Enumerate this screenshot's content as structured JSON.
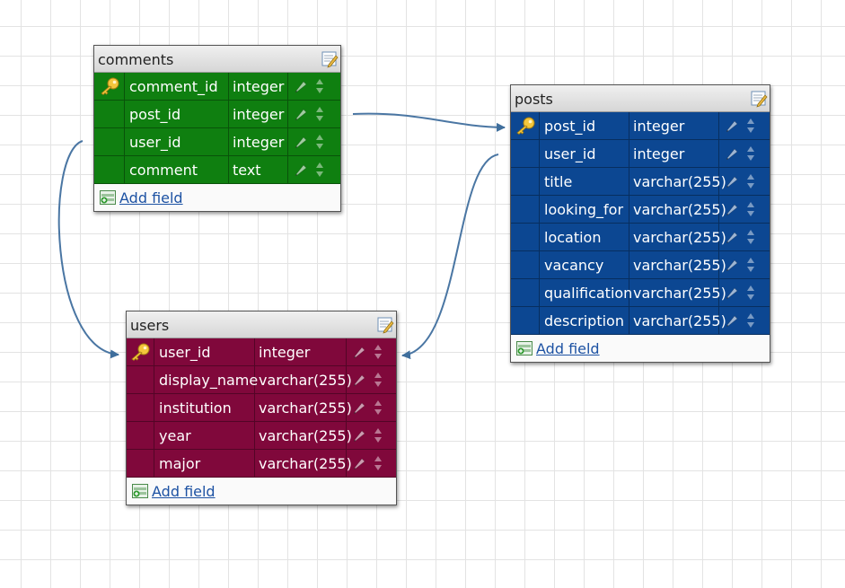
{
  "tables": {
    "comments": {
      "title": "comments",
      "fields": [
        {
          "name": "comment_id",
          "type": "integer",
          "primary": true
        },
        {
          "name": "post_id",
          "type": "integer",
          "primary": false
        },
        {
          "name": "user_id",
          "type": "integer",
          "primary": false
        },
        {
          "name": "comment",
          "type": "text",
          "primary": false
        }
      ],
      "add_field_label": "Add field",
      "color": "#0f7f10"
    },
    "posts": {
      "title": "posts",
      "fields": [
        {
          "name": "post_id",
          "type": "integer",
          "primary": true
        },
        {
          "name": "user_id",
          "type": "integer",
          "primary": false
        },
        {
          "name": "title",
          "type": "varchar(255)",
          "primary": false
        },
        {
          "name": "looking_for",
          "type": "varchar(255)",
          "primary": false
        },
        {
          "name": "location",
          "type": "varchar(255)",
          "primary": false
        },
        {
          "name": "vacancy",
          "type": "varchar(255)",
          "primary": false
        },
        {
          "name": "qualification",
          "type": "varchar(255)",
          "primary": false
        },
        {
          "name": "description",
          "type": "varchar(255)",
          "primary": false
        }
      ],
      "add_field_label": "Add field",
      "color": "#0c4792"
    },
    "users": {
      "title": "users",
      "fields": [
        {
          "name": "user_id",
          "type": "integer",
          "primary": true
        },
        {
          "name": "display_name",
          "type": "varchar(255)",
          "primary": false
        },
        {
          "name": "institution",
          "type": "varchar(255)",
          "primary": false
        },
        {
          "name": "year",
          "type": "varchar(255)",
          "primary": false
        },
        {
          "name": "major",
          "type": "varchar(255)",
          "primary": false
        }
      ],
      "add_field_label": "Add field",
      "color": "#80083b"
    }
  },
  "relations": [
    {
      "from": "comments.post_id",
      "to": "posts.post_id"
    },
    {
      "from": "comments.user_id",
      "to": "users.user_id"
    },
    {
      "from": "posts.user_id",
      "to": "users.user_id"
    }
  ],
  "icons": {
    "primary_key": "key-icon",
    "edit_table": "edit-table-icon",
    "edit_field": "pencil-icon",
    "reorder": "reorder-arrows-icon",
    "add_field": "add-field-icon"
  }
}
